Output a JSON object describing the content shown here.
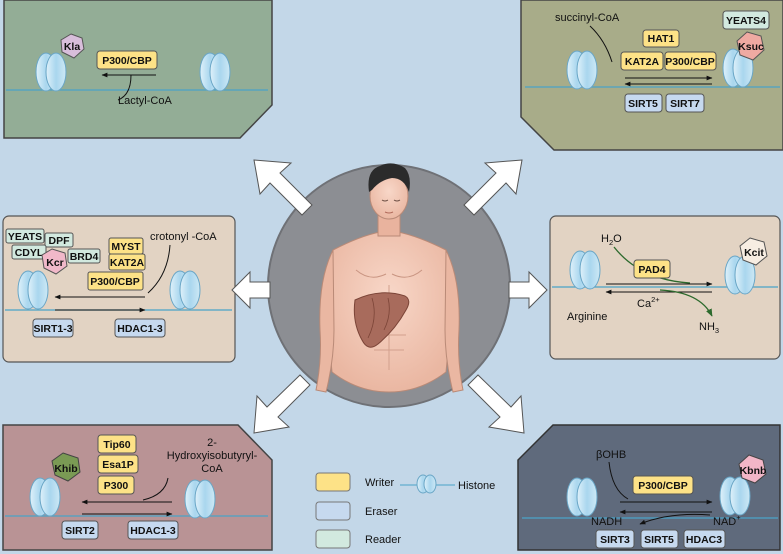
{
  "panels": {
    "kla": {
      "mark": "Kla",
      "writers": [
        "P300/CBP"
      ],
      "substrate": "Lactyl-CoA",
      "color": "#93ad96"
    },
    "ksuc": {
      "mark": "Ksuc",
      "substrate": "succinyl-CoA",
      "writers": [
        "HAT1",
        "KAT2A",
        "P300/CBP"
      ],
      "erasers": [
        "SIRT5",
        "SIRT7"
      ],
      "readers": [
        "YEATS4"
      ],
      "color": "#a8ac89"
    },
    "kcr": {
      "mark": "Kcr",
      "substrate": "crotonyl -CoA",
      "writers": [
        "MYST",
        "KAT2A",
        "P300/CBP"
      ],
      "erasers": [
        "SIRT1-3",
        "HDAC1-3"
      ],
      "readers": [
        "YEATS",
        "DPF",
        "CDYL",
        "BRD4"
      ],
      "color": "#e2d3c3"
    },
    "kcit": {
      "mark": "Kcit",
      "enzyme": "PAD4",
      "h2o": "H",
      "h2o_sub": "2",
      "h2o_tail": "O",
      "ca": "Ca",
      "ca_sup": "2+",
      "nh3": "NH",
      "nh3_sub": "3",
      "arginine": "Arginine",
      "color": "#e2d3c3"
    },
    "khib": {
      "mark": "Khib",
      "substrate_lines": [
        "2-",
        "Hydroxyisobutyryl-",
        "CoA"
      ],
      "writers": [
        "Tip60",
        "Esa1P",
        "P300"
      ],
      "erasers": [
        "SIRT2",
        "HDAC1-3"
      ],
      "color": "#b99395"
    },
    "kbnb": {
      "mark": "Kbnb",
      "substrate": "βOHB",
      "writers": [
        "P300/CBP"
      ],
      "erasers": [
        "SIRT3",
        "SIRT5",
        "HDAC3"
      ],
      "nadh": "NADH",
      "nad": "NAD",
      "nad_sup": "+",
      "color": "#5f6a7c"
    }
  },
  "legend": {
    "writer": "Writer",
    "eraser": "Eraser",
    "reader": "Reader",
    "histone": "Histone"
  },
  "colors": {
    "background": "#c3d7e8",
    "writer": "#fde287",
    "eraser": "#c6d9ef",
    "reader": "#d2e9df",
    "histone": "#c7e4f5",
    "mark_kla": "#d8bedb",
    "mark_ksuc": "#efaaa2",
    "mark_kcr": "#f1b8c9",
    "mark_kcit": "#f7ede2",
    "mark_khib": "#7a9a54",
    "mark_kbnb": "#f2b6c7",
    "circle": "#8c8e93"
  },
  "icons": [
    "histone-icon",
    "arrow-icon",
    "human-figure-icon",
    "liver-icon"
  ]
}
